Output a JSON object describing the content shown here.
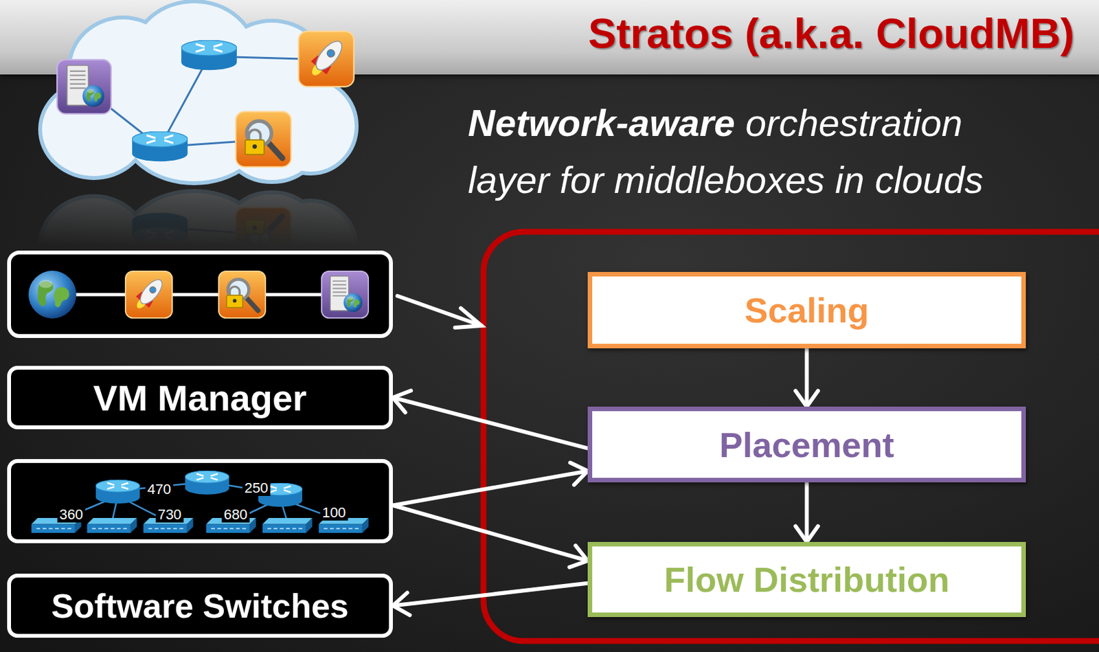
{
  "diagram": {
    "title": "Stratos (a.k.a. CloudMB)",
    "nodes": [
      {
        "text": [
          "VM Manager"
        ]
      },
      {
        "text": [
          "470",
          "250",
          "360",
          "730",
          "680",
          "100"
        ]
      },
      {
        "text": [
          "Software Switches"
        ]
      },
      {
        "text": [
          "Scaling"
        ]
      },
      {
        "text": [
          "Placement"
        ]
      },
      {
        "text": [
          "Flow Distribution"
        ]
      }
    ],
    "edges": [
      {
        "from": 3,
        "to": 4,
        "arrow": "to"
      },
      {
        "from": 4,
        "to": 5,
        "arrow": "to"
      },
      {
        "from": 4,
        "to": 0,
        "arrow": "to"
      },
      {
        "from": 1,
        "to": 4,
        "arrow": "to"
      },
      {
        "from": 1,
        "to": 5,
        "arrow": "to"
      },
      {
        "from": 5,
        "to": 2,
        "arrow": "to"
      }
    ],
    "labels": [
      "Network-aware",
      "orchestration layer for middleboxes in clouds"
    ]
  }
}
